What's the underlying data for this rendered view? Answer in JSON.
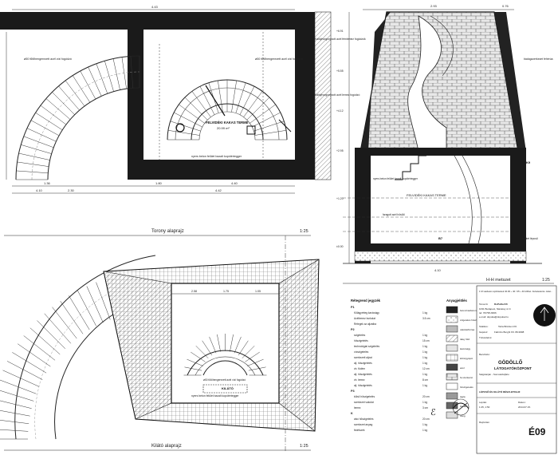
{
  "titles": {
    "plan_top": "Torony alaprajz",
    "plan_bottom": "Kilátó alaprajz",
    "section": "H-H metszet",
    "scale": "1:25"
  },
  "room_labels": {
    "main": "FELVIDÉKI KAKAS TERME",
    "main_area": "20.99 m²",
    "lookout": "KILÁTÓ",
    "floor_note": "nyers beton felület bazalt kopótértegger"
  },
  "annotations": {
    "stair_note": "ø50 fűtőhengerezett acél vízi fogódzó",
    "roof_note": "Káldyhorgonyzott acél fémlemez fogódzók",
    "section_note1": "Káldyhorgonyzott acél lemez fogódzó",
    "section_note2": "bádogazerkezet fehérúa",
    "section_note3": "nyers beton felület bazalt kopótértegger",
    "section_note4": "faragott acél hősülő",
    "section_note5": "felület lépcső",
    "level_label": "FELVIDÉKI KAKAS TERME",
    "mark_k9": "K9",
    "mark_b7": "B7"
  },
  "dimensions": {
    "top_row": [
      "1.36",
      "1.80",
      "4.40"
    ],
    "bottom_row": [
      "2.30",
      "4.10",
      "4.42"
    ],
    "top_overall": "4.43",
    "section_top": [
      "2.93",
      "0.76"
    ],
    "section_width": "4.10",
    "lookout_dims": [
      "2.58",
      "1.75",
      "1.05"
    ]
  },
  "legend": {
    "heading": "Rétegrend jegyzék",
    "left_items": [
      "P1",
      "Kőlágyréteg kavicságy",
      "Acéllemez burkolat",
      "Rétegek az aljzatba",
      "P2",
      "szigetelés",
      "hőszigetelés",
      "technológiai szigetelés",
      "vízszigetelés",
      "szerkezeti aljzat",
      "alj. hőszigetelés",
      "vb. födém",
      "alj. hőszigetelés",
      "vb. lemez",
      "alj. hőszigetelés",
      "P3",
      "külső hőszigetelés",
      "szerkezet vakolat",
      "lemez",
      "K",
      "alsó hőszigetelés",
      "szerkezet anyag",
      "fedélszék"
    ],
    "left_values": [
      "",
      "1 kg",
      "3.5 cm",
      "",
      "",
      "1 kg",
      "15 cm",
      "1 kg",
      "1 kg",
      "1 kg",
      "1 kg",
      "12 cm",
      "1 kg",
      "8 cm",
      "1 kg",
      "",
      "20 cm",
      "1 kg",
      "3 cm",
      "",
      "20 cm",
      "1 kg",
      "1 kg"
    ],
    "swatch_heading": "Anyagjelölés",
    "swatches": [
      "beton/vasbeton",
      "szigetelés hőszigetelés",
      "vakolat/kő lap",
      "talaj, föld",
      "kavicságy",
      "kőzetgyapot",
      "acél",
      "fa szerkezet",
      "hőszigetelés",
      "tégla",
      "bazalt",
      "üveg"
    ]
  },
  "title_block": {
    "project_note": "1 M vasbeton építőtestek 40.00 ÷ 40 / 35 ÷ 40 tőlthet. Felvételezés. Adat...",
    "architect_label": "Tervező:",
    "architect": "DoPuKa Kft",
    "address": "1031 Budapest, Nánássy út 3.",
    "phone": "tel: 70/795-6666",
    "email": "e-mail: dopuka@dopuka.hu",
    "structural": "Statikus:",
    "structural_name": "Tarta Brücken Kft.",
    "mech": "Gépész:",
    "mech_name": "Fabrizio Burghi Kft. 89-9998",
    "fire": "Tűzvédelmi:",
    "project_label": "Beruházó:",
    "project_title": "GÖDÖLLŐ",
    "project_subtitle": "LÁTOGATÓKÖZPONT",
    "location": "Salgótarján - Somoskőújfalu",
    "drawing_title": "LÉPCSŐ ÉS KILÁTÓ RÉSZLETRAJZ",
    "scale_label": "Lépték:",
    "scale_val": "1:25, 1:50",
    "date_label": "Dátum:",
    "date_val": "2014.07.15.",
    "sheet": "É09",
    "sheet_label": "Rajzszám"
  }
}
